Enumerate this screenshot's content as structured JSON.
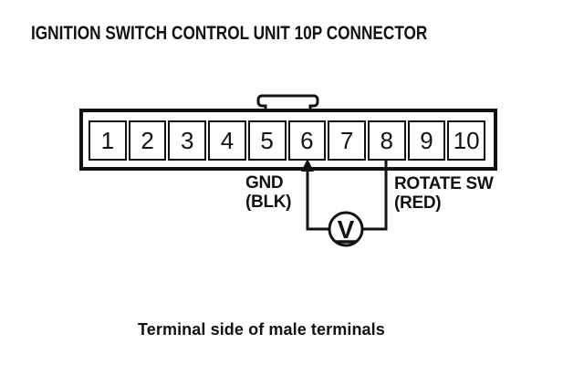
{
  "page": {
    "background": "#ffffff",
    "ink": "#121212"
  },
  "title": "IGNITION SWITCH CONTROL UNIT 10P CONNECTOR",
  "connector": {
    "terminals": [
      "1",
      "2",
      "3",
      "4",
      "5",
      "6",
      "7",
      "8",
      "9",
      "10"
    ]
  },
  "probes": {
    "gnd": {
      "label": "GND",
      "wire": "(BLK)",
      "terminal": "6"
    },
    "rotate_sw": {
      "label": "ROTATE SW",
      "wire": "(RED)",
      "terminal": "8"
    }
  },
  "meter": {
    "symbol": "V"
  },
  "caption": "Terminal side of male terminals"
}
